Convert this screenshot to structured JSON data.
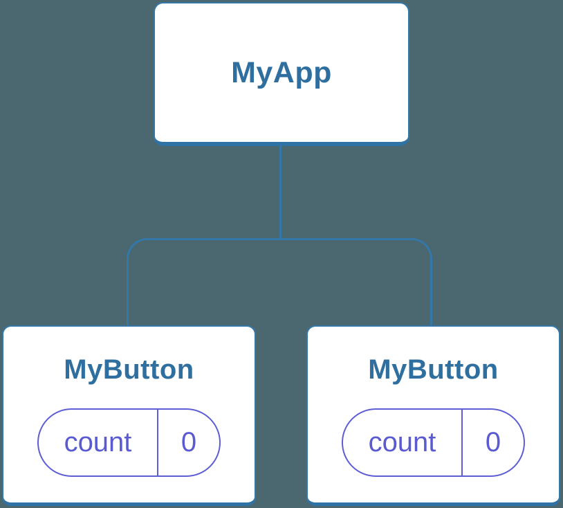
{
  "diagram": {
    "type": "component-tree",
    "root": {
      "label": "MyApp"
    },
    "children": [
      {
        "label": "MyButton",
        "state": {
          "key": "count",
          "value": "0"
        }
      },
      {
        "label": "MyButton",
        "state": {
          "key": "count",
          "value": "0"
        }
      }
    ]
  },
  "colors": {
    "background": "#4b6770",
    "node_fill": "#ffffff",
    "node_border_blue": "#3478a9",
    "node_border_bottom_blue": "#2f72a5",
    "label_blue": "#2e6f9f",
    "state_purple_border": "#5d5dd5",
    "state_purple_text": "#5a5ad2"
  }
}
